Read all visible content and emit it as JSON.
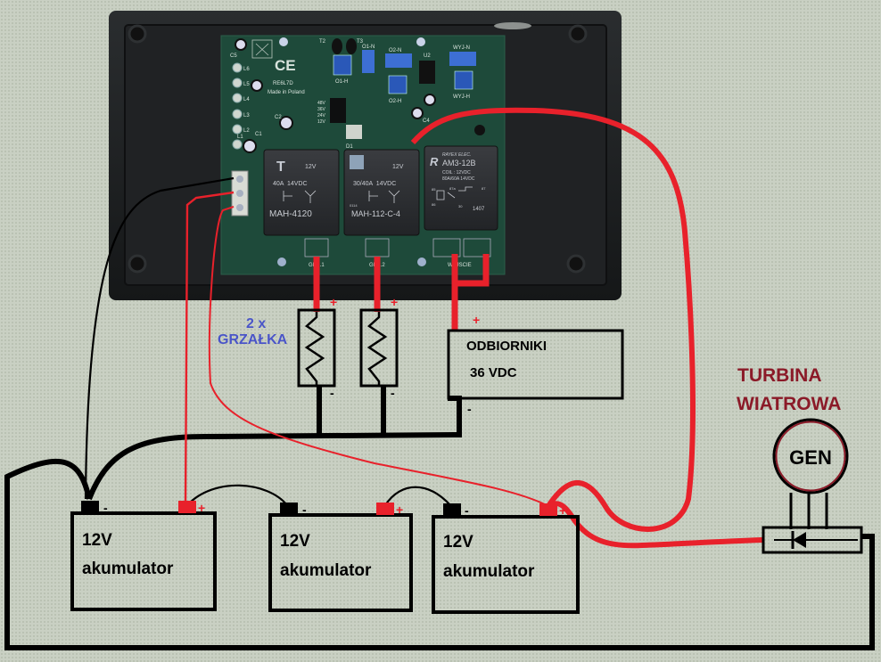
{
  "title": "Wind turbine charge controller wiring diagram",
  "controller_board": {
    "model": "RE6L7D",
    "origin": "Made in Poland",
    "ce_mark": "CE",
    "led_labels": [
      "L6",
      "L5",
      "L4",
      "L3",
      "L2",
      "L1"
    ],
    "component_labels": [
      "C5",
      "C2",
      "C1",
      "T2",
      "T3",
      "O1-N",
      "O1-H",
      "O2-N",
      "O2-H",
      "U2",
      "C4",
      "WYJ-N",
      "WYJ-H",
      "D1"
    ],
    "voltage_jumper_labels": [
      "48V",
      "36V",
      "24V",
      "12V"
    ],
    "relays": [
      {
        "brand_icon": "t-logo-icon",
        "coil": "12V",
        "rating": "40A  14VDC",
        "model": "MAH-4120"
      },
      {
        "brand_icon": "s-logo-icon",
        "coil": "12V",
        "rating": "30/40A  14VDC",
        "code": "0114",
        "model": "MAH-112-C-4"
      },
      {
        "brand_icon": "r-logo-icon",
        "brand": "RAYEX ELEC.",
        "model": "AM3-12B",
        "coil": "COIL : 12VDC",
        "rating": "80A/60A 14VDC",
        "pins": [
          "85",
          "86",
          "87a",
          "87",
          "30"
        ],
        "code": "1407"
      }
    ],
    "output_connectors": [
      "GRZ.1",
      "GRZ.2",
      "WYJSCIE"
    ]
  },
  "labels": {
    "heaters": {
      "count": "2 x",
      "name": "GRZAŁKA"
    },
    "load": {
      "name": "ODBIORNIKI",
      "voltage": "36 VDC"
    },
    "turbine": {
      "line1": "TURBINA",
      "line2": "WIATROWA"
    },
    "generator": "GEN",
    "plus": "+",
    "minus": "-"
  },
  "batteries": [
    {
      "voltage": "12V",
      "name": "akumulator"
    },
    {
      "voltage": "12V",
      "name": "akumulator"
    },
    {
      "voltage": "12V",
      "name": "akumulator"
    }
  ],
  "colors": {
    "positive_wire": "#e8212b",
    "negative_wire": "#000000",
    "heater_label": "#4a55c8",
    "turbine_label": "#8b1a28",
    "pcb_green": "#1e4a3a",
    "enclosure": "#1b1d1e"
  }
}
